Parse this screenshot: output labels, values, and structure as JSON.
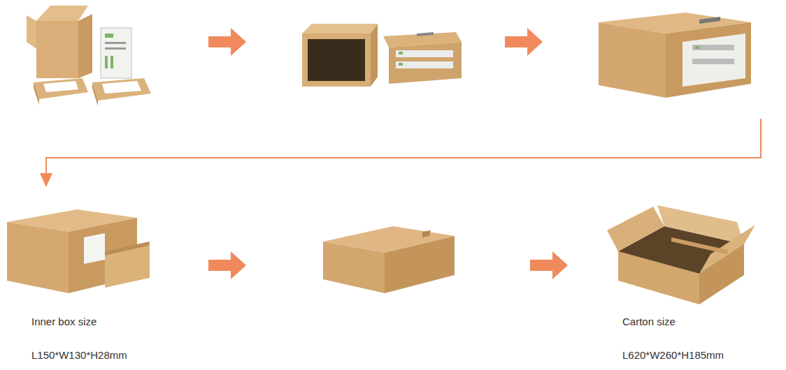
{
  "diagram": {
    "labels": [
      "Inner box size",
      "L150*W130*H28mm",
      "Carton size",
      "L620*W260*H185mm"
    ]
  }
}
